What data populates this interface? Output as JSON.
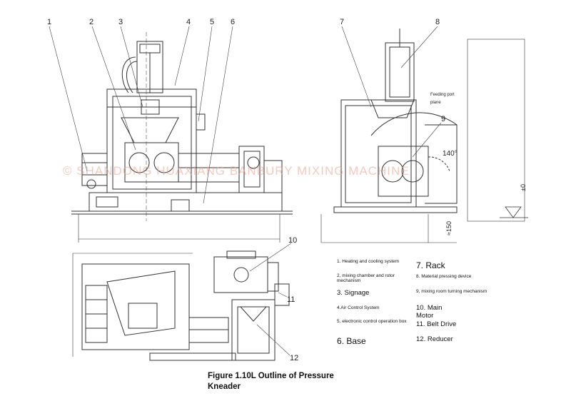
{
  "figure": {
    "caption": "Figure 1.10L Outline of Pressure Kneader",
    "watermark": "© SHANDONG HUAXIANG BANBURY MIXING MACHINE",
    "callouts": [
      "1",
      "2",
      "3",
      "4",
      "5",
      "6",
      "7",
      "8",
      "9",
      "10",
      "11",
      "12"
    ],
    "annotations": {
      "feeding_port": "Feeding port",
      "plane": "plane",
      "angle": "140°",
      "level": "±0",
      "height": "≈150"
    },
    "legend": [
      {
        "text": "1. Heating and cooling system"
      },
      {
        "text": "2, mixing chamber and rotor mechanism"
      },
      {
        "text": "3. Signage"
      },
      {
        "text": "4.Air Control System"
      },
      {
        "text": "5, electronic control operation box"
      },
      {
        "text": "6. Base"
      },
      {
        "text": "7. Rack"
      },
      {
        "text": "8. Material pressing device"
      },
      {
        "text": "9, mixing room turning mechanism"
      },
      {
        "text": "10. Main Motor"
      },
      {
        "text": "11. Belt Drive"
      },
      {
        "text": "12. Reducer"
      }
    ]
  }
}
